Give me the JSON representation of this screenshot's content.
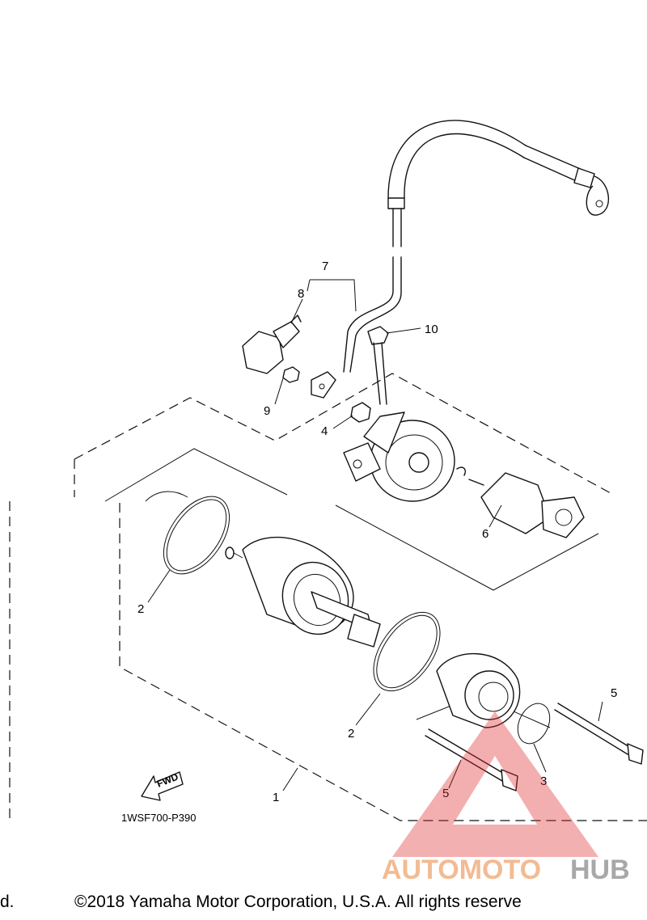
{
  "diagram": {
    "labels": {
      "p1": "1",
      "p2a": "2",
      "p2b": "2",
      "p3": "3",
      "p4": "4",
      "p5a": "5",
      "p5b": "5",
      "p6": "6",
      "p7": "7",
      "p8": "8",
      "p9": "9",
      "p10": "10"
    },
    "fwd_label": "FWD",
    "diagram_code": "1WSF700-P390"
  },
  "watermark": {
    "brand_part1": "AUTOMOTO",
    "brand_part2": "HUB",
    "colors": {
      "primary": "#f0b080",
      "secondary": "#9a9a9a",
      "triangle": "#e03030"
    }
  },
  "footer": {
    "left_fragment": "d.",
    "copyright": "©2018 Yamaha Motor Corporation, U.S.A. All rights reserve"
  }
}
